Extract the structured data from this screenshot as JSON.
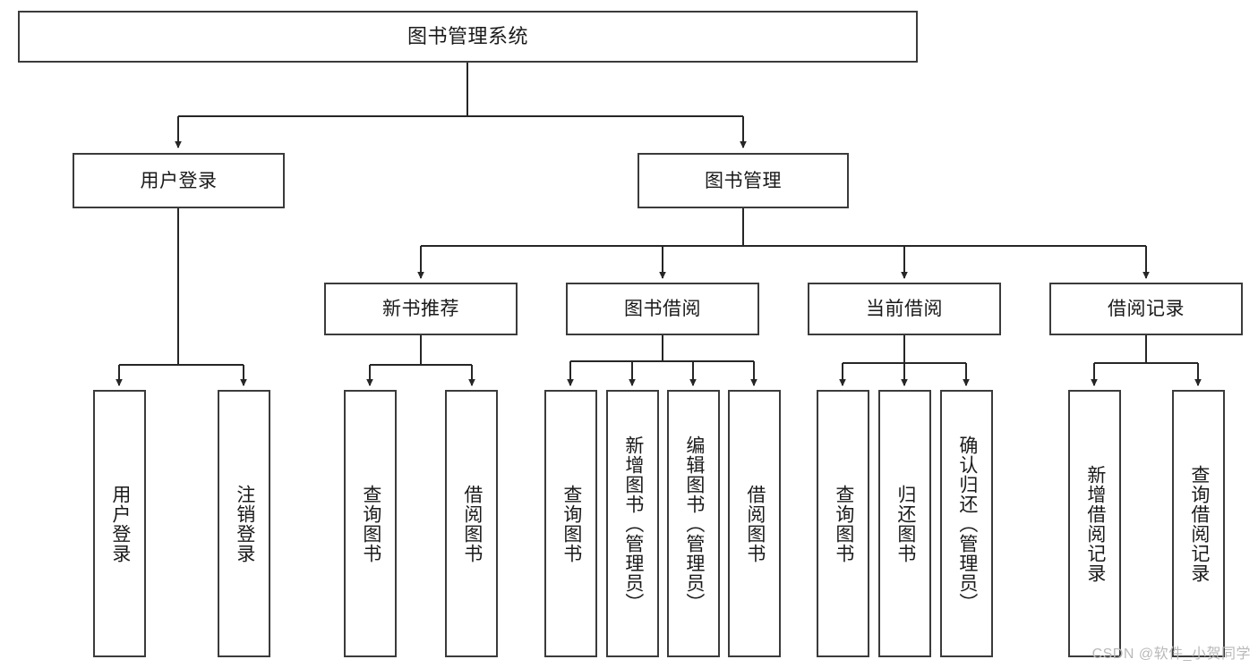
{
  "diagram": {
    "title": "图书管理系统",
    "type": "tree-hierarchy",
    "watermark": "CSDN @软件_小贺同学",
    "colors": {
      "box_border": "#3b3b3b",
      "box_fill": "#ffffff",
      "text": "#1a1a1a",
      "connector": "#262626",
      "watermark": "#b9b9b9",
      "background": "#ffffff"
    },
    "root": {
      "label": "图书管理系统",
      "children": [
        {
          "label": "用户登录",
          "children": [
            {
              "label": "用户登录"
            },
            {
              "label": "注销登录"
            }
          ]
        },
        {
          "label": "图书管理",
          "children": [
            {
              "label": "新书推荐",
              "children": [
                {
                  "label": "查询图书"
                },
                {
                  "label": "借阅图书"
                }
              ]
            },
            {
              "label": "图书借阅",
              "children": [
                {
                  "label": "查询图书"
                },
                {
                  "label": "新增图书（管理员）"
                },
                {
                  "label": "编辑图书（管理员）"
                },
                {
                  "label": "借阅图书"
                }
              ]
            },
            {
              "label": "当前借阅",
              "children": [
                {
                  "label": "查询图书"
                },
                {
                  "label": "归还图书"
                },
                {
                  "label": "确认归还（管理员）"
                }
              ]
            },
            {
              "label": "借阅记录",
              "children": [
                {
                  "label": "新增借阅记录"
                },
                {
                  "label": "查询借阅记录"
                }
              ]
            }
          ]
        }
      ]
    },
    "nodes": {
      "root": {
        "label": "图书管理系统"
      },
      "l1": [
        {
          "label": "用户登录"
        },
        {
          "label": "图书管理"
        }
      ],
      "l2": [
        {
          "label": "新书推荐"
        },
        {
          "label": "图书借阅"
        },
        {
          "label": "当前借阅"
        },
        {
          "label": "借阅记录"
        }
      ],
      "leaves_user": [
        {
          "label": "用户登录"
        },
        {
          "label": "注销登录"
        }
      ],
      "leaves_new": [
        {
          "label": "查询图书"
        },
        {
          "label": "借阅图书"
        }
      ],
      "leaves_borrow": [
        {
          "label": "查询图书"
        },
        {
          "label": "新增图书（管理员）"
        },
        {
          "label": "编辑图书（管理员）"
        },
        {
          "label": "借阅图书"
        }
      ],
      "leaves_current": [
        {
          "label": "查询图书"
        },
        {
          "label": "归还图书"
        },
        {
          "label": "确认归还（管理员）"
        }
      ],
      "leaves_record": [
        {
          "label": "新增借阅记录"
        },
        {
          "label": "查询借阅记录"
        }
      ]
    }
  }
}
